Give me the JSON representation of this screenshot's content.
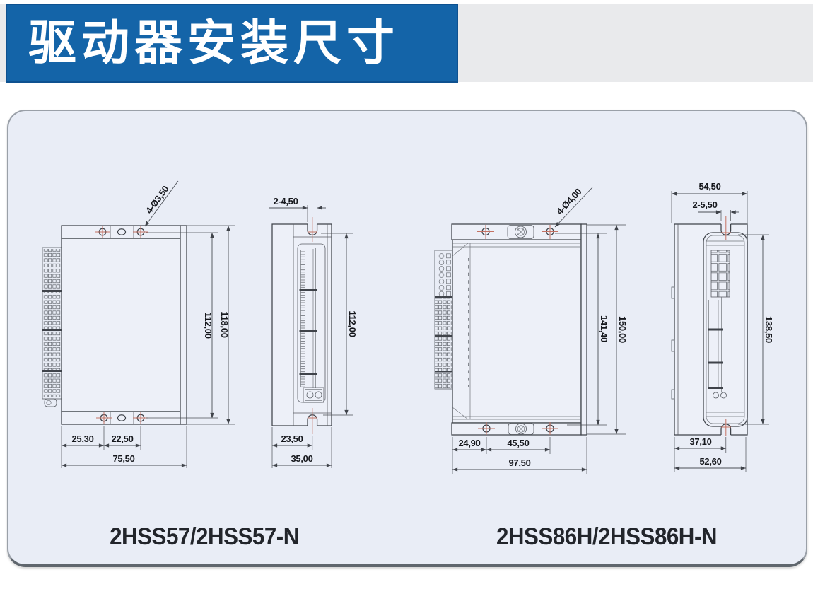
{
  "header": {
    "title": "驱动器安装尺寸"
  },
  "colors": {
    "banner_blue": "#1464a8",
    "banner_border": "#0e5190",
    "header_strip_gray": "#e9eaec",
    "panel_bg": "#e9edf6",
    "line_dark": "#3f434a",
    "centermark_red": "#c47263",
    "dim_text": "#16181d"
  },
  "drawings": {
    "hss57_front": {
      "hole_note": "4-Ø3,50",
      "height_inner": "112,00",
      "height_outer": "118,00",
      "bottom_left": "25,30",
      "bottom_mid": "22,50",
      "bottom_total": "75,50"
    },
    "hss57_side": {
      "slot_note": "2-4,50",
      "height": "112,00",
      "bottom_inner": "23,50",
      "bottom_total": "35,00"
    },
    "hss86_front": {
      "hole_note": "4-Ø4,00",
      "height_inner": "141,40",
      "height_outer": "150,00",
      "bottom_left": "24,90",
      "bottom_mid": "45,50",
      "bottom_total": "97,50"
    },
    "hss86_side": {
      "top_total": "54,50",
      "slot_note": "2-5,50",
      "height": "138,50",
      "bottom_inner": "37,10",
      "bottom_total": "52,60"
    }
  },
  "labels": {
    "model_left": "2HSS57/2HSS57-N",
    "model_right": "2HSS86H/2HSS86H-N"
  }
}
